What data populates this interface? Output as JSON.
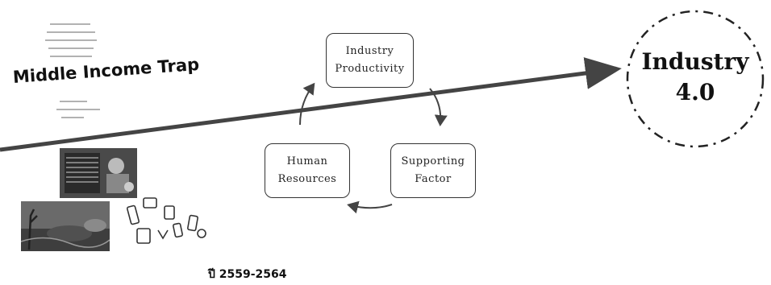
{
  "title": "Middle Income Trap",
  "goal": {
    "line1": "Industry",
    "line2": "4.0"
  },
  "cycle": {
    "industry_productivity": {
      "line1": "Industry",
      "line2": "Productivity"
    },
    "supporting_factor": {
      "line1": "Supporting",
      "line2": "Factor"
    },
    "human_resources": {
      "line1": "Human",
      "line2": "Resources"
    }
  },
  "period": "ปี 2559-2564",
  "colors": {
    "arrow": "#444444",
    "box_border": "#333333",
    "text": "#111111"
  }
}
